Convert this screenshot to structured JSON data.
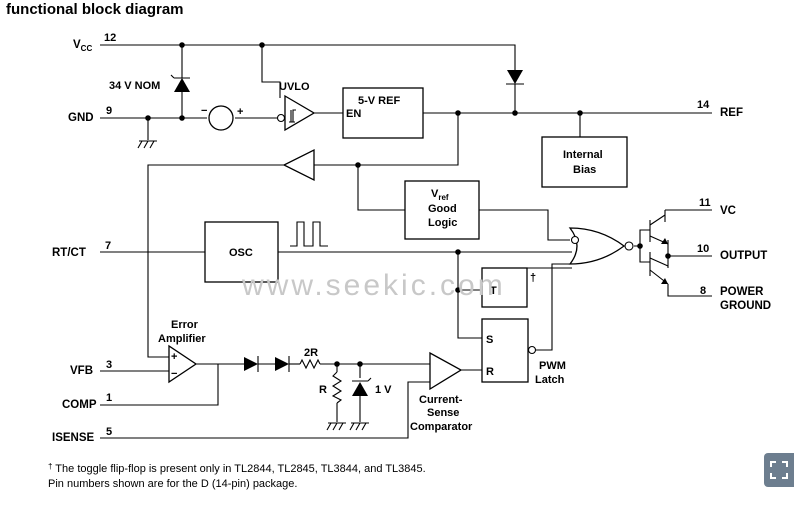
{
  "title": "functional block diagram",
  "pins": {
    "vcc": {
      "name": "V",
      "sub": "CC",
      "number": "12"
    },
    "gnd": {
      "name": "GND",
      "number": "9"
    },
    "rtct": {
      "name": "RT/CT",
      "number": "7"
    },
    "vfb": {
      "name": "VFB",
      "number": "3"
    },
    "comp": {
      "name": "COMP",
      "number": "1"
    },
    "isense": {
      "name": "ISENSE",
      "number": "5"
    },
    "ref": {
      "name": "REF",
      "number": "14"
    },
    "vc": {
      "name": "VC",
      "number": "11"
    },
    "output": {
      "name": "OUTPUT",
      "number": "10"
    },
    "power_ground": {
      "line1": "POWER",
      "line2": "GROUND",
      "number": "8"
    }
  },
  "labels": {
    "zener": "34 V NOM",
    "uvlo": "UVLO",
    "minus": "−",
    "plus": "+",
    "ref_block": "5-V REF",
    "en": "EN",
    "internal_bias_1": "Internal",
    "internal_bias_2": "Bias",
    "vref_good_main": "V",
    "vref_good_sub": "ref",
    "vref_good_2": "Good",
    "vref_good_3": "Logic",
    "osc": "OSC",
    "toggle_t": "T",
    "toggle_dagger": "†",
    "latch_s": "S",
    "latch_r": "R",
    "pwm_latch_1": "PWM",
    "pwm_latch_2": "Latch",
    "error_amp_1": "Error",
    "error_amp_2": "Amplifier",
    "amp_plus": "+",
    "amp_minus": "−",
    "two_r": "2R",
    "r": "R",
    "one_v": "1 V",
    "cs_comp_1": "Current-",
    "cs_comp_2": "Sense",
    "cs_comp_3": "Comparator"
  },
  "watermark": "www.seekic.com",
  "footnotes": {
    "line1_mark": "†",
    "line1": " The toggle flip-flop is present only in TL2844, TL2845, TL3844, and TL3845.",
    "line2": "Pin numbers shown are for the D (14-pin) package."
  },
  "expand_icon": "fullscreen-expand-icon",
  "colors": {
    "button": "#6d7e8f",
    "watermark": "#c8c8c8"
  }
}
